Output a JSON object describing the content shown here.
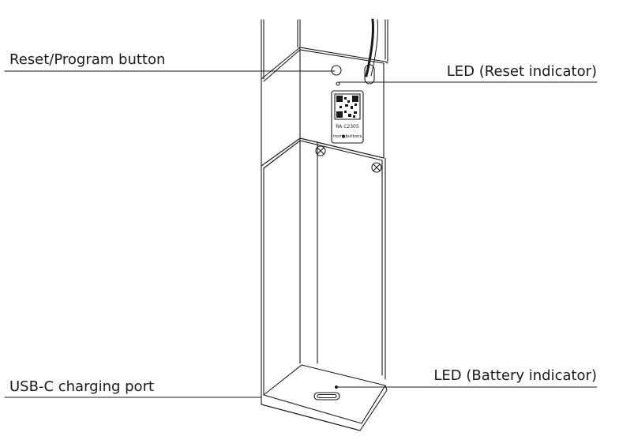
{
  "labels": {
    "reset_button": "Reset/Program button",
    "led_reset": "LED (Reset indicator)",
    "usbc_port": "USB-C charging port",
    "led_battery": "LED (Battery indicator)"
  },
  "device_label": {
    "model": "RA C2305",
    "brand": "mor●buttons"
  },
  "colors": {
    "line": "#1a1a1a",
    "background": "#ffffff"
  }
}
